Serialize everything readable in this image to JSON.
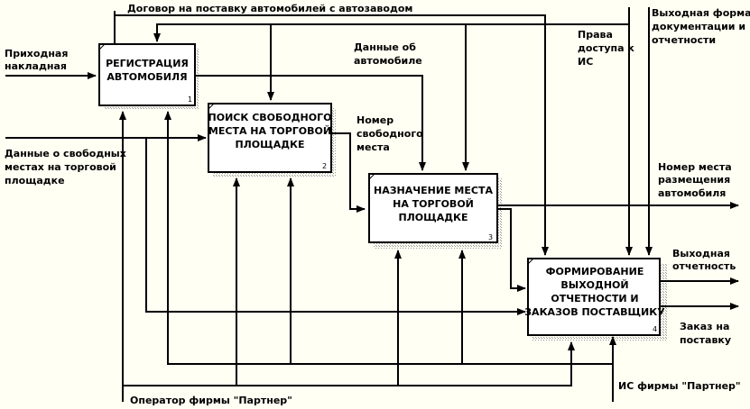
{
  "boxes": [
    {
      "id": 1,
      "number": "1",
      "lines": [
        "РЕГИСТРАЦИЯ",
        "АВТОМОБИЛЯ"
      ]
    },
    {
      "id": 2,
      "number": "2",
      "lines": [
        "ПОИСК СВОБОДНОГО",
        "МЕСТА НА ТОРГОВОЙ",
        "ПЛОЩАДКЕ"
      ]
    },
    {
      "id": 3,
      "number": "3",
      "lines": [
        "НАЗНАЧЕНИЕ МЕСТА",
        "НА ТОРГОВОЙ",
        "ПЛОЩАДКЕ"
      ]
    },
    {
      "id": 4,
      "number": "4",
      "lines": [
        "ФОРМИРОВАНИЕ",
        "ВЫХОДНОЙ",
        "ОТЧЕТНОСТИ И",
        "ЗАКАЗОВ ПОСТАВЩИКУ"
      ]
    }
  ],
  "labels": {
    "contract": [
      "Договор на поставку автомобилей с автозаводом"
    ],
    "invoice": [
      "Приходная",
      "накладная"
    ],
    "free_places": [
      "Данные о свободных",
      "местах на торговой",
      "площадке"
    ],
    "car_data": [
      "Данные об",
      "автомобиле"
    ],
    "free_place_num": [
      "Номер",
      "свободного",
      "места"
    ],
    "access_rights": [
      "Права",
      "доступа к",
      "ИС"
    ],
    "output_form": [
      "Выходная форма",
      "документации и",
      "отчетности"
    ],
    "place_num": [
      "Номер места",
      "размещения",
      "автомобиля"
    ],
    "output_report": [
      "Выходная",
      "отчетность"
    ],
    "supplier_order": [
      "Заказ на",
      "поставку"
    ],
    "operator": [
      "Оператор фирмы \"Партнер\""
    ],
    "is_firm": [
      "ИС фирмы \"Партнер\""
    ]
  }
}
